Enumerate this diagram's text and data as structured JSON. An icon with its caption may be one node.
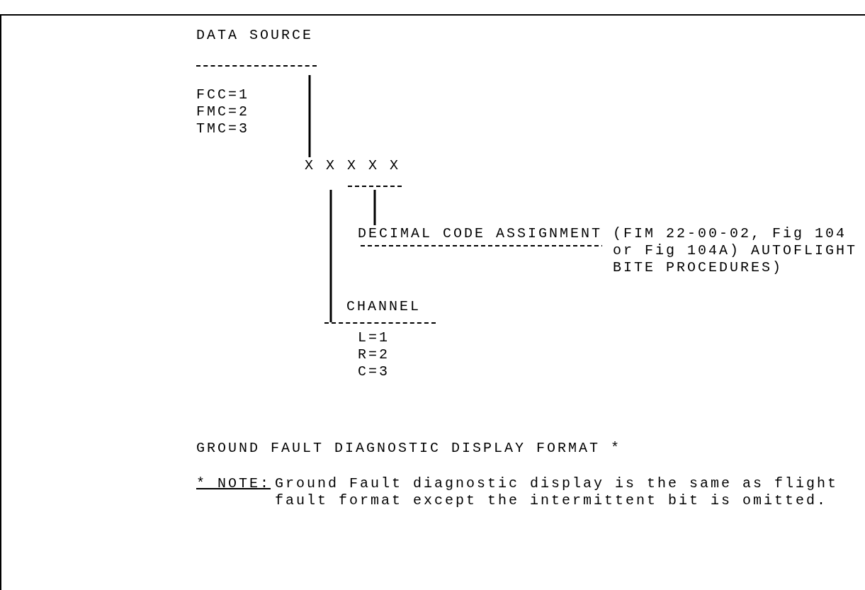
{
  "diagram": {
    "nodes": [
      {
        "text": [
          "DATA SOURCE"
        ],
        "beside": [
          "FCC=1",
          "FMC=2",
          "TMC=3"
        ]
      },
      {
        "text": [
          "X X X X X"
        ]
      },
      {
        "text": [
          "DECIMAL CODE ASSIGNMENT",
          "(FIM 22-00-02, Fig 104 or Fig 104A) AUTOFLIGHT BITE PROCEDURES)"
        ]
      },
      {
        "text": [
          "CHANNEL",
          "L=1",
          "R=2",
          "C=3"
        ]
      }
    ],
    "edges": [
      {
        "from": 0,
        "to": 1,
        "arrow": "none"
      },
      {
        "from": 1,
        "to": 3,
        "arrow": "none"
      },
      {
        "from": 1,
        "to": 2,
        "arrow": "none"
      }
    ],
    "labels": [
      "GROUND FAULT DIAGNOSTIC DISPLAY FORMAT *",
      "* NOTE:",
      "Ground Fault diagnostic display is the same as flight fault format except the intermittent bit is omitted."
    ]
  }
}
